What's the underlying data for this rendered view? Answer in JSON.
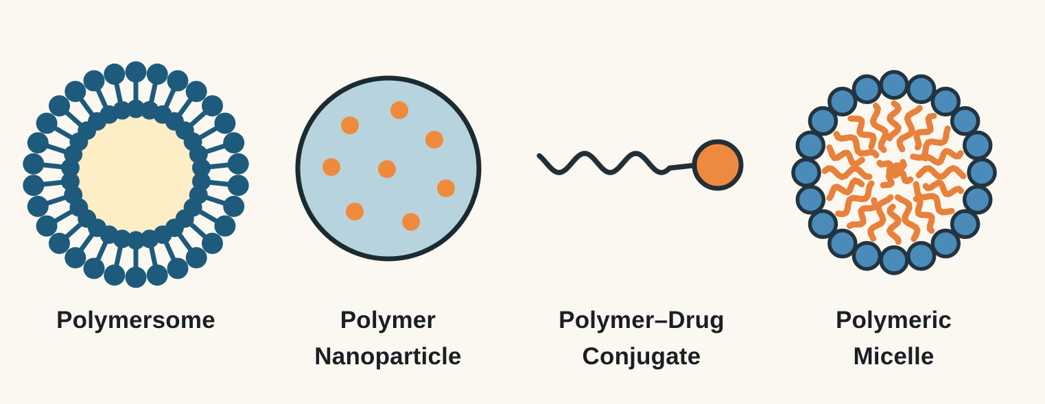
{
  "background": "#fbf8f1",
  "text_color": "#1b1f24",
  "labels": [
    {
      "id": "polymersome",
      "lines": [
        "Polymersome"
      ]
    },
    {
      "id": "polymer-nanoparticle",
      "lines": [
        "Polymer",
        "Nanoparticle"
      ]
    },
    {
      "id": "polymer-drug-conjugate",
      "lines": [
        "Polymer–Drug",
        "Conjugate"
      ]
    },
    {
      "id": "polymeric-micelle",
      "lines": [
        "Polymeric",
        "Micelle"
      ]
    }
  ],
  "figures": {
    "polymersome": {
      "spokes": 30,
      "head_color": "#1e5a7c",
      "core_color": "#fdeec6"
    },
    "nanoparticle": {
      "shell_color": "#b7d3dd",
      "outline_color": "#1c2b31",
      "drug_color": "#ef8a3d",
      "dots": [
        [
          16,
          -85
        ],
        [
          -56,
          -63
        ],
        [
          67,
          -42
        ],
        [
          -83,
          -2
        ],
        [
          -2,
          1
        ],
        [
          84,
          29
        ],
        [
          -49,
          63
        ],
        [
          33,
          78
        ]
      ]
    },
    "conjugate": {
      "chain_color": "#232f36",
      "drug_color": "#ee8a40"
    },
    "micelle": {
      "beads": 20,
      "bead_color": "#4a8bba",
      "outline_color": "#233440",
      "tail_color": "#e8813c"
    }
  }
}
